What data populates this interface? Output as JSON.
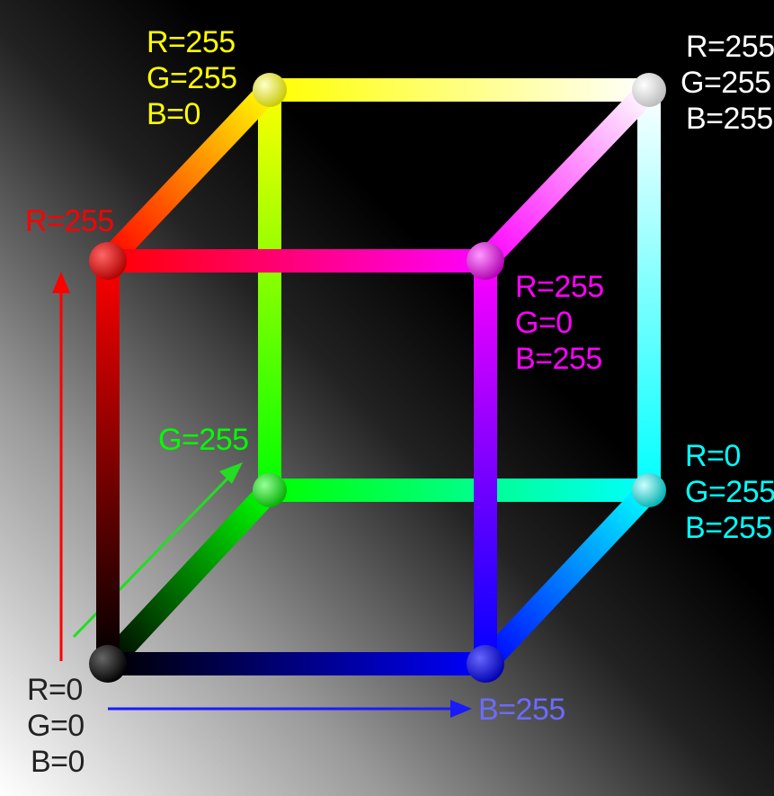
{
  "diagram": {
    "corners": {
      "black": {
        "r": "R=0",
        "g": "G=0",
        "b": "B=0",
        "color": "#111111"
      },
      "red": {
        "r": "R=255",
        "color": "#ff0000"
      },
      "yellow": {
        "r": "R=255",
        "g": "G=255",
        "b": "B=0",
        "color": "#ffff00"
      },
      "white": {
        "r": "R=255",
        "g": "G=255",
        "b": "B=255",
        "color": "#ffffff"
      },
      "magenta": {
        "r": "R=255",
        "g": "G=0",
        "b": "B=255",
        "color": "#ff00ff"
      },
      "cyan": {
        "r": "R=0",
        "g": "G=255",
        "b": "B=255",
        "color": "#00ffff"
      },
      "green": {
        "g": "G=255",
        "color": "#00ff00"
      },
      "blue": {
        "b": "B=255",
        "color": "#0000ff"
      }
    },
    "axes": {
      "red": {
        "color": "#ff0000"
      },
      "green": {
        "color": "#22dd22"
      },
      "blue": {
        "color": "#1a1aff"
      }
    },
    "blue_axis_label_color": "#6b6bff"
  }
}
